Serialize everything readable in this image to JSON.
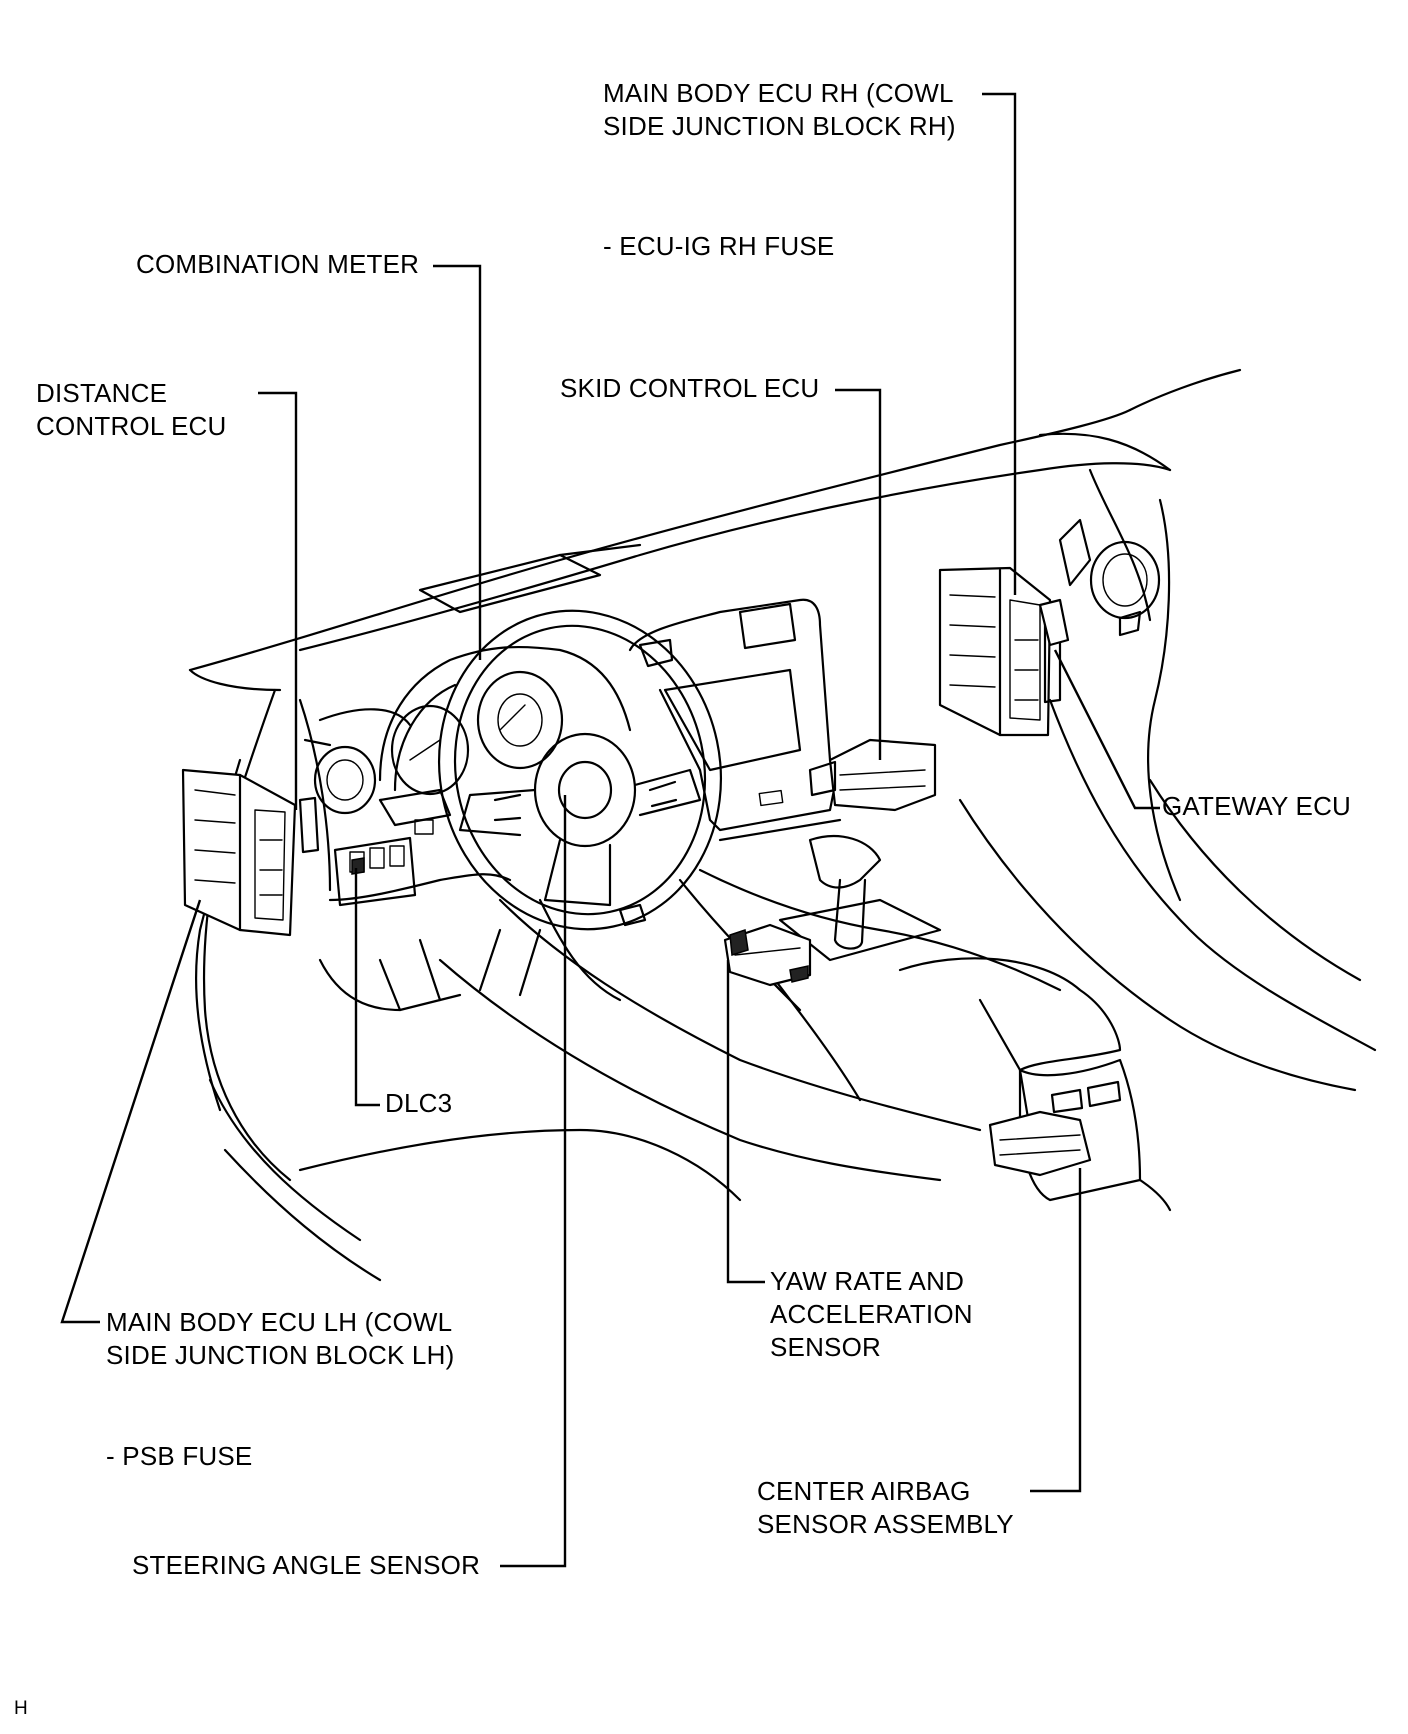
{
  "labels": {
    "main_body_ecu_rh_l1": "MAIN BODY ECU RH (COWL",
    "main_body_ecu_rh_l2": "SIDE JUNCTION BLOCK RH)",
    "ecu_ig_rh_fuse": "- ECU-IG RH FUSE",
    "combination_meter": "COMBINATION METER",
    "distance_control_ecu_l1": "DISTANCE",
    "distance_control_ecu_l2": "CONTROL ECU",
    "skid_control_ecu": "SKID CONTROL ECU",
    "gateway_ecu": "GATEWAY ECU",
    "dlc3": "DLC3",
    "yaw_rate_l1": "YAW RATE AND",
    "yaw_rate_l2": "ACCELERATION",
    "yaw_rate_l3": "SENSOR",
    "main_body_ecu_lh_l1": "MAIN BODY ECU LH (COWL",
    "main_body_ecu_lh_l2": "SIDE JUNCTION BLOCK LH)",
    "psb_fuse": "- PSB FUSE",
    "center_airbag_l1": "CENTER AIRBAG",
    "center_airbag_l2": "SENSOR ASSEMBLY",
    "steering_angle_sensor": "STEERING ANGLE SENSOR",
    "corner_mark": "H"
  }
}
